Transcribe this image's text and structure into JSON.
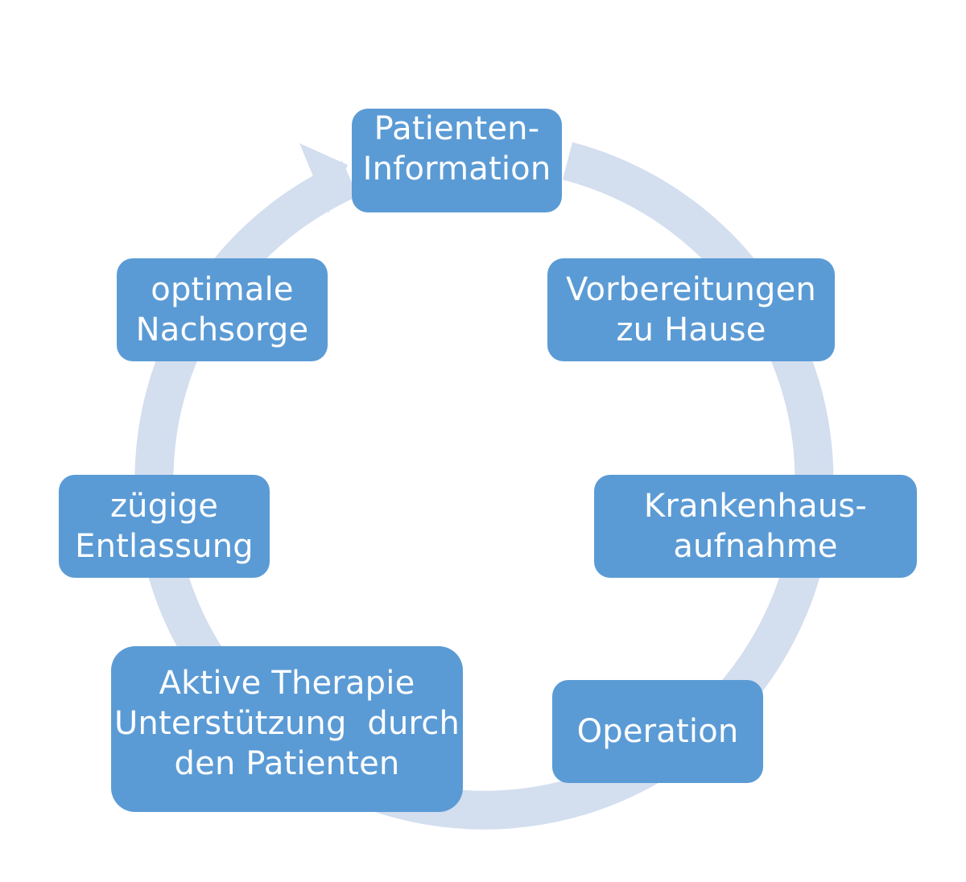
{
  "diagram": {
    "colors": {
      "box_fill": "#5b9bd5",
      "box_text": "#ffffff",
      "cycle_arrow": "#d3deef",
      "background": "#ffffff"
    },
    "steps": [
      {
        "line1": "Patienten-",
        "line2": "Information"
      },
      {
        "line1": "Vorbereitungen",
        "line2": "zu Hause"
      },
      {
        "line1": "Krankenhaus-",
        "line2": "aufnahme"
      },
      {
        "line1": "Operation"
      },
      {
        "line1": "Aktive Therapie",
        "line2": "Unterstützung  durch",
        "line3": "den Patienten"
      },
      {
        "line1": "zügige",
        "line2": "Entlassung"
      },
      {
        "line1": "optimale",
        "line2": "Nachsorge"
      }
    ]
  }
}
